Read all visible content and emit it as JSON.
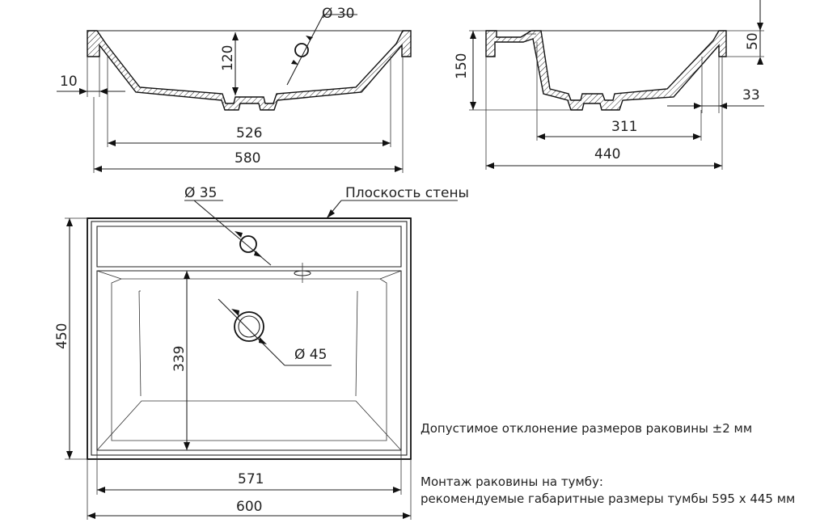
{
  "front_view": {
    "dia_faucet": "Ø 30",
    "height": "120",
    "rim": "10",
    "inner_width": "526",
    "outer_width": "580"
  },
  "side_view": {
    "rim_height": "50",
    "height": "150",
    "offset": "33",
    "bowl_depth": "311",
    "outer_depth": "440"
  },
  "top_view": {
    "wall_plane": "Плоскость стены",
    "dia_faucet": "Ø 35",
    "dia_drain": "Ø 45",
    "depth": "450",
    "bowl_depth": "339",
    "inner_width": "571",
    "outer_width": "600"
  },
  "notes": {
    "tolerance": "Допустимое отклонение размеров раковины ±2 мм",
    "mounting_title": "Монтаж раковины на тумбу:",
    "mounting_text": "рекомендуемые габаритные размеры тумбы 595 х 445 мм"
  }
}
